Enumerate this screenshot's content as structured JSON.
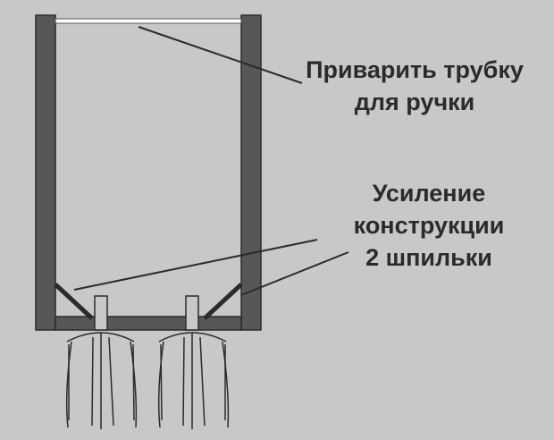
{
  "annotations": {
    "handle_tube": {
      "lines": [
        "Приварить трубку",
        "для ручки"
      ]
    },
    "reinforcement": {
      "lines": [
        "Усиление",
        "конструкции",
        "2 шпильки"
      ]
    }
  },
  "colors": {
    "background": "#c8c8c8",
    "frame": "#575757",
    "outline": "#2b2b2b",
    "text": "#2b2b2b",
    "tube": "#ffffff"
  }
}
